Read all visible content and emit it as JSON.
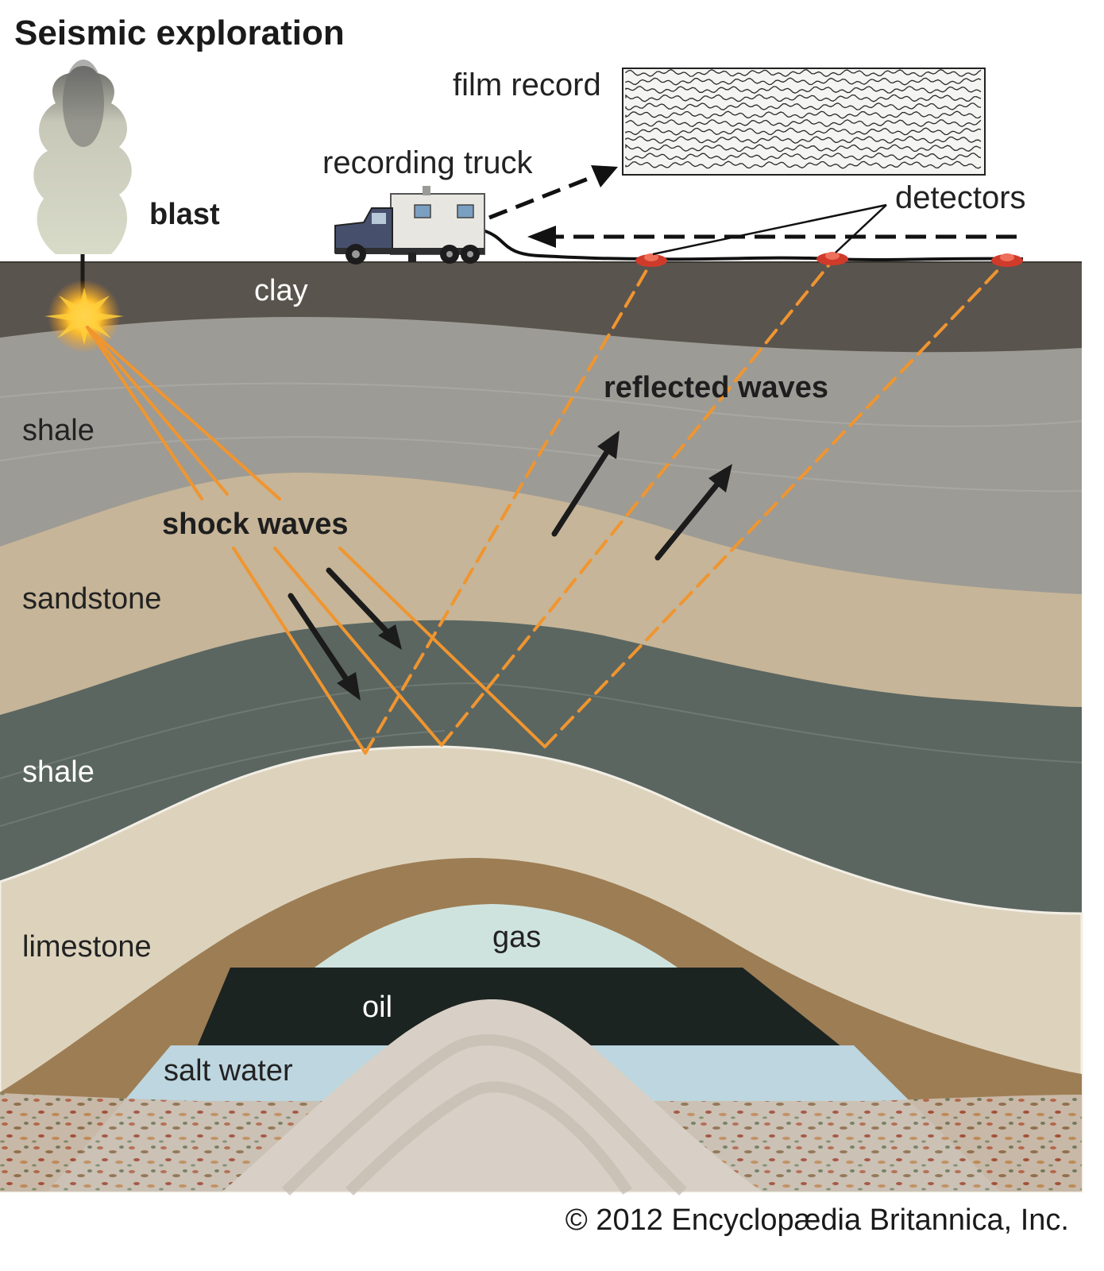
{
  "title": "Seismic exploration",
  "labels": {
    "blast": "blast",
    "clay": "clay",
    "recording_truck": "recording truck",
    "film_record": "film record",
    "detectors": "detectors",
    "shale_top": "shale",
    "reflected_waves": "reflected waves",
    "shock_waves": "shock waves",
    "sandstone": "sandstone",
    "shale_bottom": "shale",
    "limestone": "limestone",
    "gas": "gas",
    "oil": "oil",
    "salt_water": "salt water"
  },
  "credit": "© 2012 Encyclopædia Britannica, Inc.",
  "colors": {
    "clay": "#5a544e",
    "shale_upper": "#9c9a94",
    "sandstone": "#c4b397",
    "shale_lower": "#5a6560",
    "limestone": "#ddd3bd",
    "brown_band": "#9b7b52",
    "gas": "#cfe3df",
    "oil": "#1c2422",
    "salt_water": "#bcd7e0",
    "wave_lines": "#f0952f",
    "arrows": "#1b1b1b",
    "detector": "#d03a2a"
  }
}
